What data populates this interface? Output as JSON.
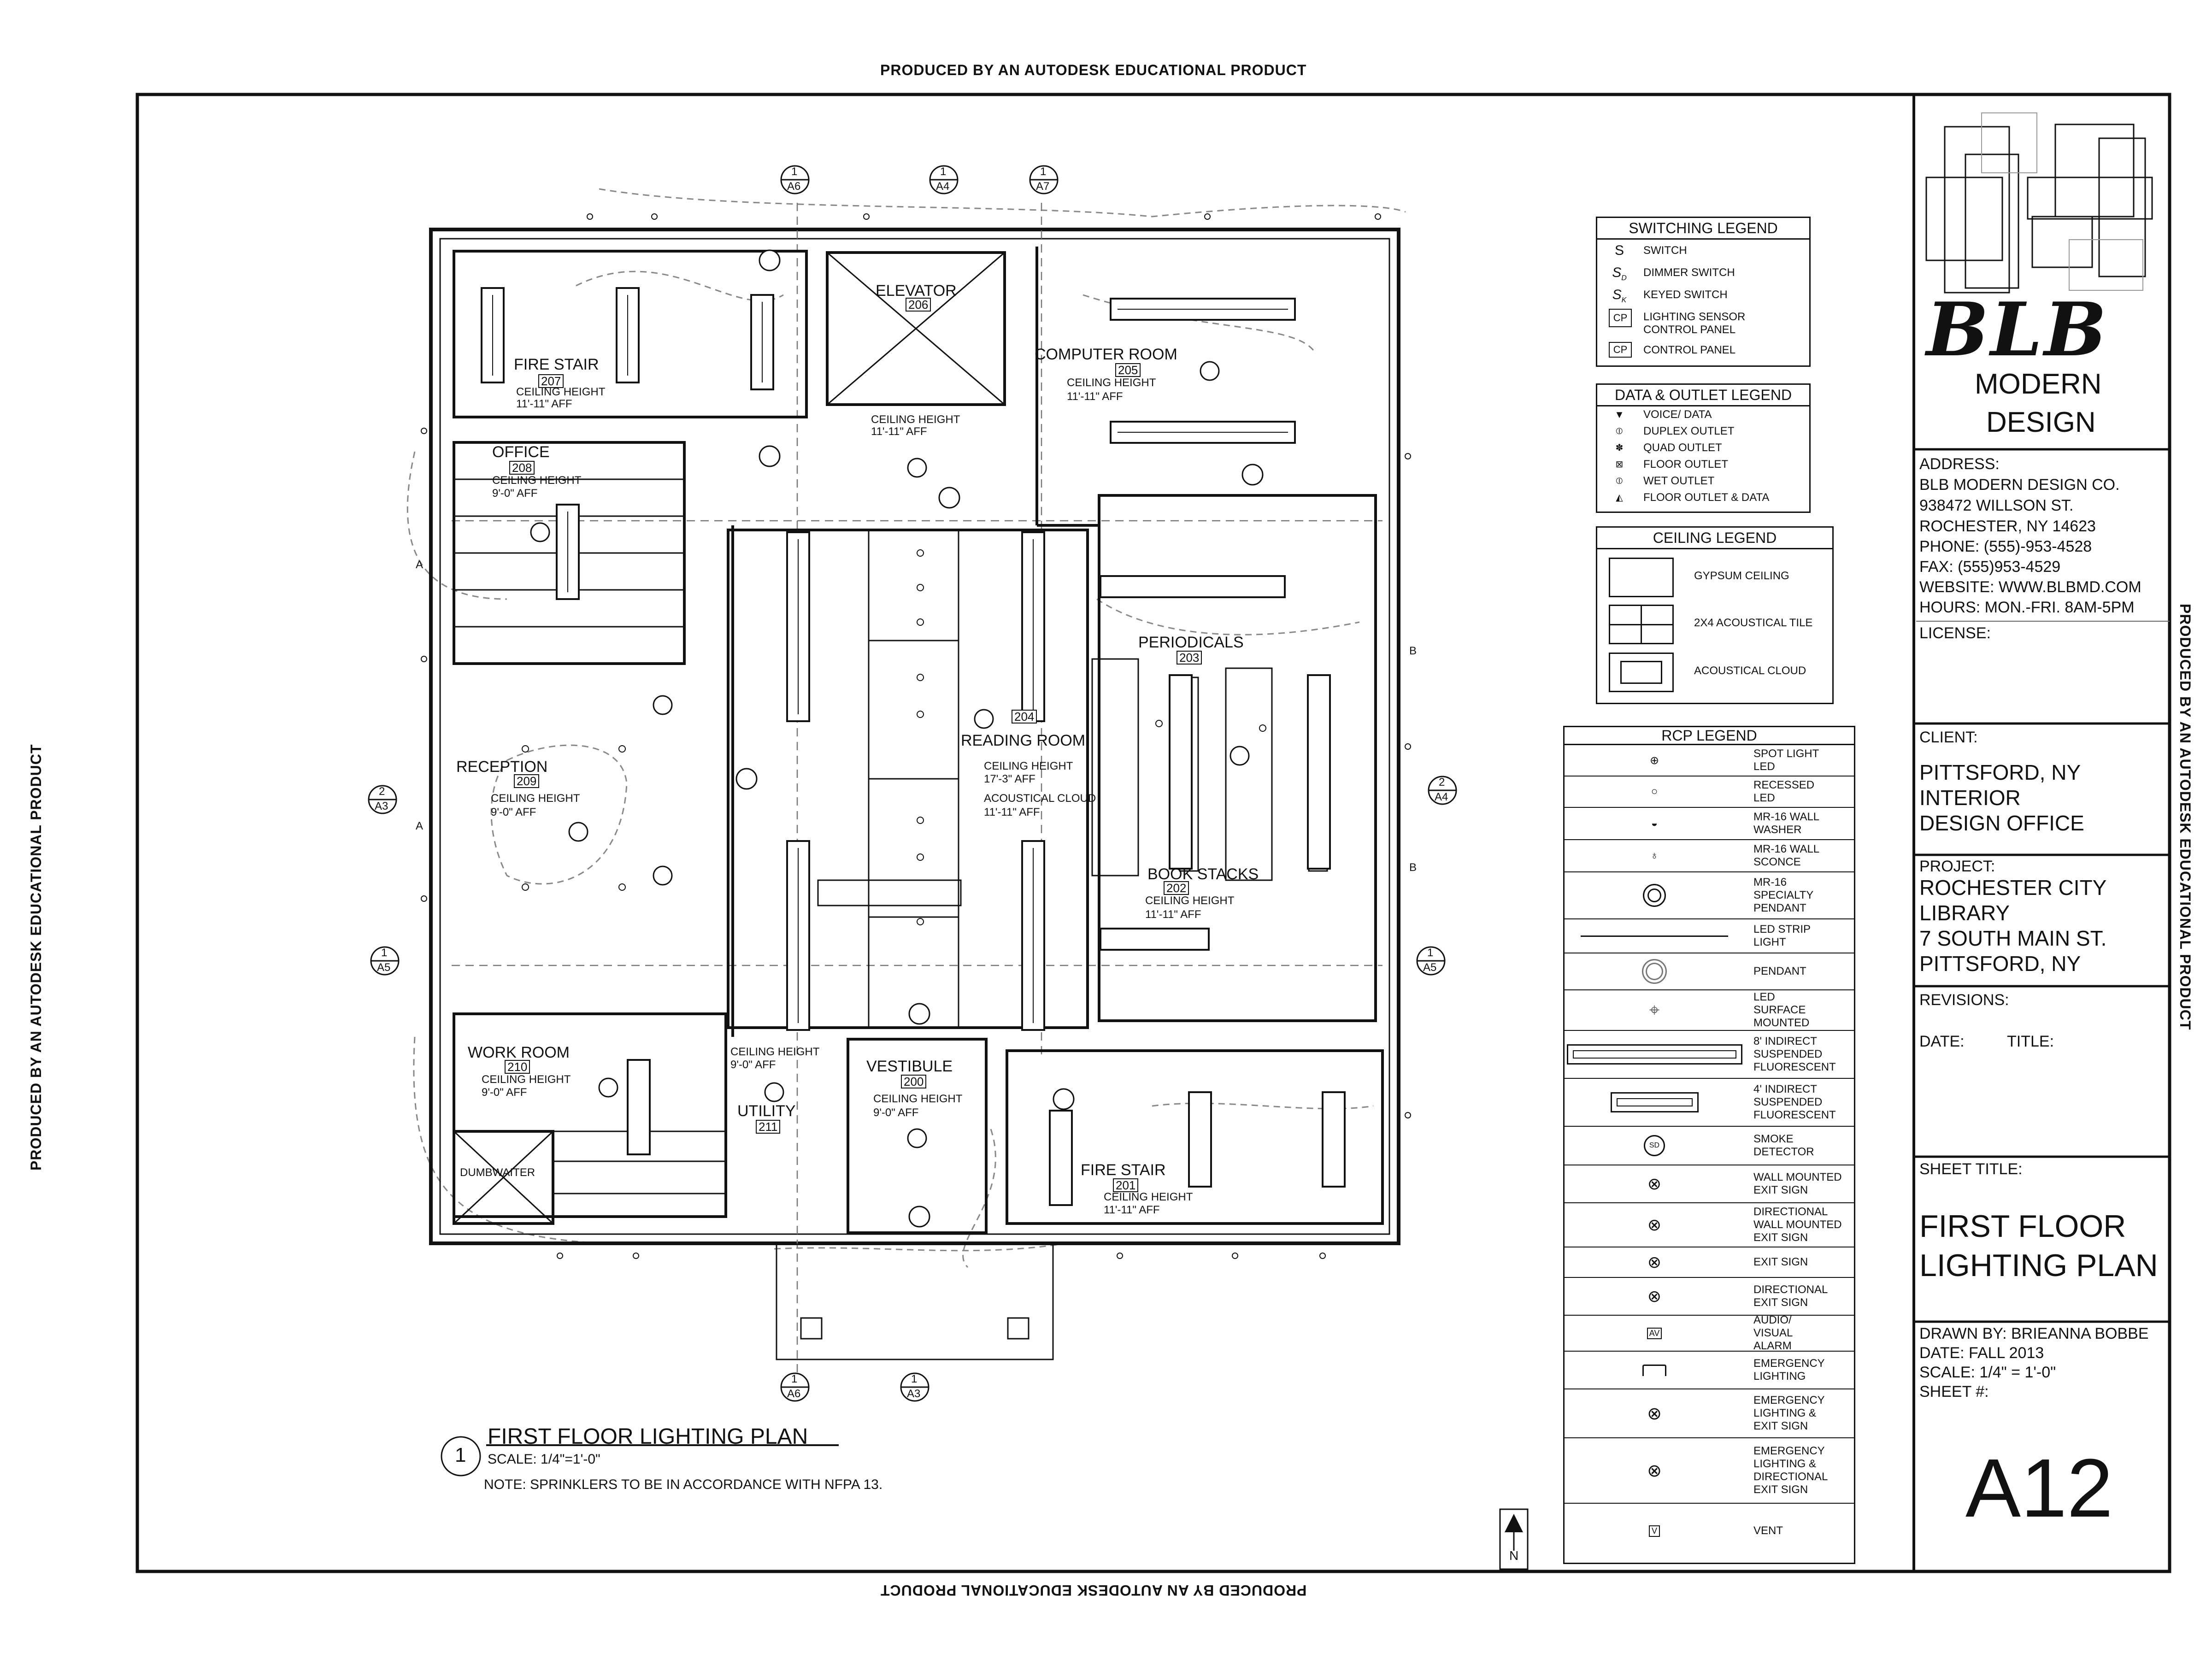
{
  "watermark": "PRODUCED BY AN AUTODESK EDUCATIONAL PRODUCT",
  "rooms": {
    "fire_stair_207": {
      "name": "FIRE STAIR",
      "number": "207",
      "ch_label": "CEILING HEIGHT",
      "ch_value": "11'-11\" AFF"
    },
    "elevator": {
      "name": "ELEVATOR",
      "number": "206"
    },
    "elevator_ch": {
      "ch_label": "CEILING HEIGHT",
      "ch_value": "11'-11\" AFF"
    },
    "computer_room": {
      "name": "COMPUTER ROOM",
      "number": "205",
      "ch_label": "CEILING HEIGHT",
      "ch_value": "11'-11\" AFF"
    },
    "office": {
      "name": "OFFICE",
      "number": "208",
      "ch_label": "CEILING HEIGHT",
      "ch_value": "9'-0\" AFF"
    },
    "periodicals": {
      "name": "PERIODICALS",
      "number": "203"
    },
    "reading_room": {
      "name": "READING ROOM",
      "number": "204",
      "ch_label": "CEILING HEIGHT",
      "ch_value": "17'-3\" AFF",
      "cloud_label": "ACOUSTICAL CLOUD",
      "cloud_value": "11'-11\" AFF"
    },
    "reception": {
      "name": "RECEPTION",
      "number": "209",
      "ch_label": "CEILING HEIGHT",
      "ch_value": "9'-0\" AFF"
    },
    "book_stacks": {
      "name": "BOOK STACKS",
      "number": "202",
      "ch_label": "CEILING HEIGHT",
      "ch_value": "11'-11\" AFF"
    },
    "work_room": {
      "name": "WORK ROOM",
      "number": "210",
      "ch_label": "CEILING HEIGHT",
      "ch_value": "9'-0\" AFF"
    },
    "utility": {
      "name": "UTILITY",
      "number": "211",
      "ch_label": "CEILING HEIGHT",
      "ch_value": "9'-0\" AFF"
    },
    "vestibule": {
      "name": "VESTIBULE",
      "number": "200",
      "ch_label": "CEILING HEIGHT",
      "ch_value": "9'-0\" AFF"
    },
    "fire_stair_201": {
      "name": "FIRE STAIR",
      "number": "201",
      "ch_label": "CEILING HEIGHT",
      "ch_value": "11'-11\" AFF"
    },
    "dumbwaiter": {
      "name": "DUMBWAITER"
    }
  },
  "section_markers": {
    "top": [
      {
        "num": "1",
        "sheet": "A6"
      },
      {
        "num": "1",
        "sheet": "A4"
      },
      {
        "num": "1",
        "sheet": "A7"
      }
    ],
    "left": {
      "num": "2",
      "sheet": "A3"
    },
    "right": {
      "num": "2",
      "sheet": "A4"
    },
    "left_mid": {
      "num": "1",
      "sheet": "A5"
    },
    "right_mid": {
      "num": "1",
      "sheet": "A5"
    },
    "bottom": [
      {
        "num": "1",
        "sheet": "A6"
      },
      {
        "num": "1",
        "sheet": "A3"
      }
    ],
    "grid_letters": [
      "A",
      "A",
      "B",
      "B"
    ]
  },
  "drawing_title": {
    "number": "1",
    "title": "FIRST FLOOR LIGHTING PLAN",
    "scale": "SCALE: 1/4\"=1'-0\"",
    "note": "NOTE: SPRINKLERS TO BE IN ACCORDANCE WITH NFPA 13."
  },
  "north_label": "N",
  "switching_legend": {
    "title": "SWITCHING LEGEND",
    "items": [
      {
        "symbol": "S",
        "label": "SWITCH"
      },
      {
        "symbol": "S_D",
        "label": "DIMMER SWITCH"
      },
      {
        "symbol": "S_K",
        "label": "KEYED SWITCH"
      },
      {
        "symbol": "CP_LS",
        "label": "LIGHTING SENSOR",
        "label2": "CONTROL PANEL"
      },
      {
        "symbol": "CP",
        "label": "CONTROL PANEL"
      }
    ]
  },
  "data_legend": {
    "title": "DATA & OUTLET LEGEND",
    "items": [
      {
        "symbol": "▼",
        "label": "VOICE/ DATA"
      },
      {
        "symbol": "⦶",
        "label": "DUPLEX OUTLET"
      },
      {
        "symbol": "✽",
        "label": "QUAD OUTLET"
      },
      {
        "symbol": "⊠",
        "label": "FLOOR OUTLET"
      },
      {
        "symbol": "⦶",
        "label": "WET OUTLET"
      },
      {
        "symbol": "◭",
        "label": "FLOOR OUTLET & DATA"
      }
    ]
  },
  "ceiling_legend": {
    "title": "CEILING LEGEND",
    "items": [
      {
        "symbol": "gypsum",
        "label": "GYPSUM CEILING"
      },
      {
        "symbol": "tile",
        "label": "2X4 ACOUSTICAL TILE"
      },
      {
        "symbol": "cloud",
        "label": "ACOUSTICAL CLOUD"
      }
    ]
  },
  "rcp_legend": {
    "title": "RCP LEGEND",
    "items": [
      {
        "symbol": "spot",
        "label": "SPOT LIGHT LED"
      },
      {
        "symbol": "recessed",
        "label": "RECESSED LED"
      },
      {
        "symbol": "washer",
        "label": "MR-16 WALL WASHER"
      },
      {
        "symbol": "sconce",
        "label": "MR-16 WALL SCONCE"
      },
      {
        "symbol": "specialty",
        "label": "MR-16 SPECIALTY PENDANT"
      },
      {
        "symbol": "strip",
        "label": "LED STRIP LIGHT"
      },
      {
        "symbol": "pendant",
        "label": "PENDANT"
      },
      {
        "symbol": "surface",
        "label": "LED SURFACE MOUNTED"
      },
      {
        "symbol": "fluor8",
        "label": "8' INDIRECT SUSPENDED FLUORESCENT"
      },
      {
        "symbol": "fluor4",
        "label": "4' INDIRECT SUSPENDED FLUORESCENT"
      },
      {
        "symbol": "smoke",
        "label": "SMOKE DETECTOR"
      },
      {
        "symbol": "wallexit",
        "label": "WALL MOUNTED EXIT SIGN"
      },
      {
        "symbol": "dirwallexit",
        "label": "DIRECTIONAL WALL MOUNTED EXIT SIGN"
      },
      {
        "symbol": "exit",
        "label": "EXIT SIGN"
      },
      {
        "symbol": "direxit",
        "label": "DIRECTIONAL EXIT SIGN"
      },
      {
        "symbol": "av",
        "label": "AUDIO/ VISUAL ALARM"
      },
      {
        "symbol": "emerg",
        "label": "EMERGENCY LIGHTING"
      },
      {
        "symbol": "emergexit",
        "label": "EMERGENCY LIGHTING & EXIT SIGN"
      },
      {
        "symbol": "emergdirexit",
        "label": "EMERGENCY LIGHTING & DIRECTIONAL EXIT SIGN"
      },
      {
        "symbol": "vent",
        "label": "VENT"
      }
    ]
  },
  "title_block": {
    "logo_text": "BLB",
    "company_line1": "MODERN",
    "company_line2": "DESIGN",
    "address_label": "ADDRESS:",
    "address_lines": [
      "BLB MODERN DESIGN CO.",
      "938472 WILLSON ST.",
      "ROCHESTER, NY 14623"
    ],
    "phone": "PHONE: (555)-953-4528",
    "fax": "FAX: (555)953-4529",
    "website": "WEBSITE: WWW.BLBMD.COM",
    "hours": "HOURS: MON.-FRI. 8AM-5PM",
    "license_label": "LICENSE:",
    "client_label": "CLIENT:",
    "client_lines": [
      "PITTSFORD, NY",
      "INTERIOR",
      "DESIGN OFFICE"
    ],
    "project_label": "PROJECT:",
    "project_lines": [
      "ROCHESTER CITY",
      "LIBRARY",
      "7 SOUTH MAIN ST.",
      "PITTSFORD, NY"
    ],
    "revisions_label": "REVISIONS:",
    "date_label": "DATE:",
    "title_label": "TITLE:",
    "sheet_title_label": "SHEET TITLE:",
    "sheet_title_lines": [
      "FIRST FLOOR",
      "LIGHTING PLAN"
    ],
    "drawn_by": "DRAWN BY: BRIEANNA BOBBE",
    "date": "DATE: FALL 2013",
    "scale": "SCALE: 1/4\" = 1'-0\"",
    "sheet_num_label": "SHEET #:",
    "sheet_number": "A12"
  }
}
